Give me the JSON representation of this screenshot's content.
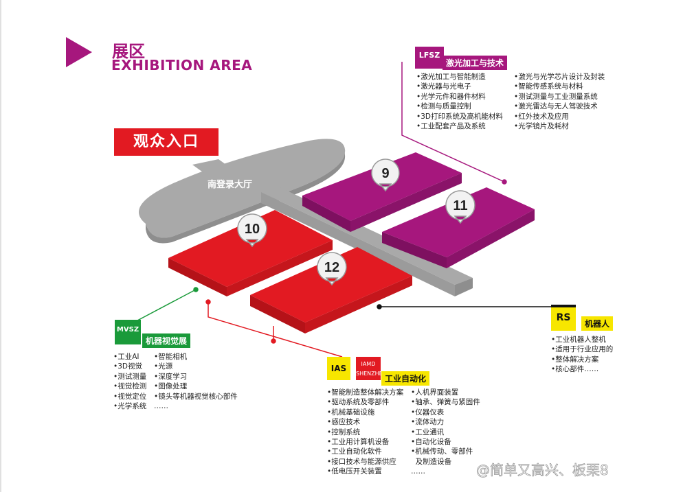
{
  "header": {
    "title_cn": "展区",
    "title_en": "EXHIBITION AREA"
  },
  "entrance_label": "观众入口",
  "lobby_label": "南登录大厅",
  "halls": [
    {
      "number": "9"
    },
    {
      "number": "11"
    },
    {
      "number": "10"
    },
    {
      "number": "12"
    }
  ],
  "laser": {
    "logo": "LFSZ",
    "tag": "激光加工与技术",
    "col1": [
      "•激光加工与智能制造",
      "•激光器与光电子",
      "•光学元件和器件材料",
      "•检测与质量控制",
      "•3D打印系统及高机能材料",
      "•工业配套产品及系统"
    ],
    "col2": [
      "•激光与光学芯片设计及封装",
      "•智能传感系统与材料",
      "•测试测量与工业测量系统",
      "•激光雷达与无人驾驶技术",
      "•红外技术及应用",
      "•光学镜片及耗材"
    ]
  },
  "vision": {
    "logo": "MVSZ",
    "tag": "机器视觉展",
    "col1": [
      "•工业AI",
      "•3D视觉",
      "•测试测量",
      "•视觉检测",
      "•视觉定位",
      "•光学系统"
    ],
    "col2": [
      "•智能相机",
      "•光源",
      "•深度学习",
      "•图像处理",
      "•镜头等机器视觉核心部件",
      "……"
    ]
  },
  "robot": {
    "logo": "RS",
    "tag": "机器人",
    "items": [
      "•工业机器人整机",
      "•适用于行业应用的",
      "•整体解决方案",
      "•核心部件……"
    ]
  },
  "automation": {
    "logo1": "IAS",
    "logo2": "IAMD SHENZHEN",
    "tag": "工业自动化",
    "col1": [
      "•智能制造整体解决方案",
      "•驱动系统及零部件",
      "•机械基础设施",
      "•感应技术",
      "•控制系统",
      "•工业用计算机设备",
      "•工业自动化软件",
      "•接口技术与能源供应",
      "•低电压开关装置"
    ],
    "col2": [
      "•人机界面装置",
      "•轴承、弹簧与紧固件",
      "•仪器仪表",
      "•流体动力",
      "•工业通讯",
      "•自动化设备",
      "•机械传动、零部件",
      "  及制造设备",
      "……"
    ]
  },
  "watermark": "@简单又高兴、板栗8",
  "colors": {
    "magenta": "#a6177d",
    "red": "#e21a22",
    "green": "#1a9a3a",
    "yellow": "#f7e600",
    "gray": "#a8a8a8"
  }
}
